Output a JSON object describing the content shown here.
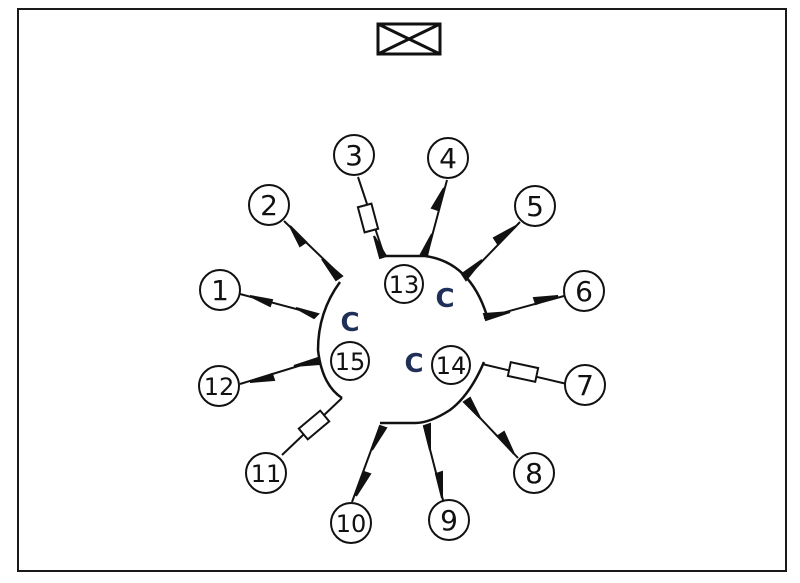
{
  "colors": {
    "line": "#111111",
    "label_c": "#1f2f57"
  },
  "header_icon": "crossed-box-icon",
  "center_labels": [
    "C",
    "C",
    "C"
  ],
  "callouts": [
    "1",
    "2",
    "3",
    "4",
    "5",
    "6",
    "7",
    "8",
    "9",
    "10",
    "11",
    "12",
    "13",
    "14",
    "15"
  ]
}
